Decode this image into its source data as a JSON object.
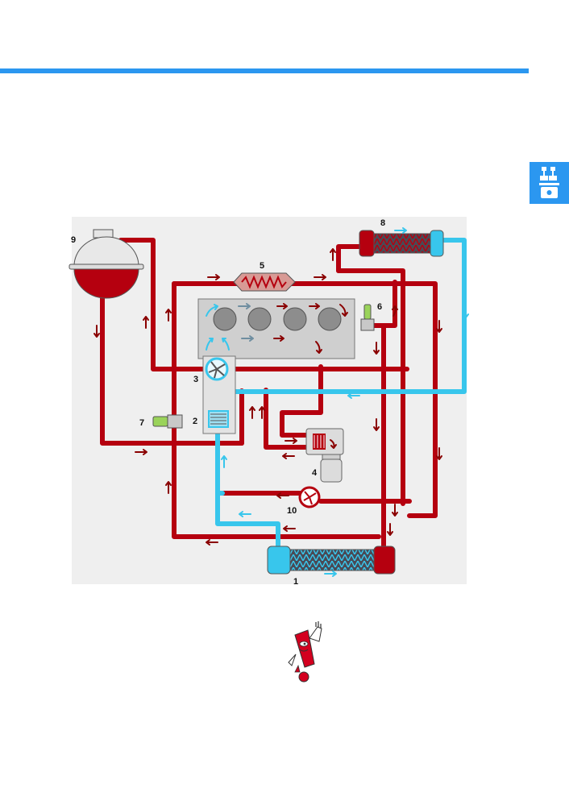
{
  "colors": {
    "accent_blue": "#2b97f0",
    "hot_coolant": "#b5000f",
    "cold_coolant": "#38c6ec",
    "panel_background": "#efefef"
  },
  "side_tab_icon": "engine-piston-icon",
  "diagram": {
    "component_labels": {
      "radiator": "1",
      "thermostat": "2",
      "coolant_pump": "3",
      "heat_exchanger": "4",
      "egr_cooler": "5",
      "temp_sender_outlet": "6",
      "temp_sender_radiator": "7",
      "gearbox_oil_cooler": "8",
      "expansion_tank": "9",
      "circulation_pump": "10"
    }
  },
  "footer_icon": "attention-exclamation-icon"
}
